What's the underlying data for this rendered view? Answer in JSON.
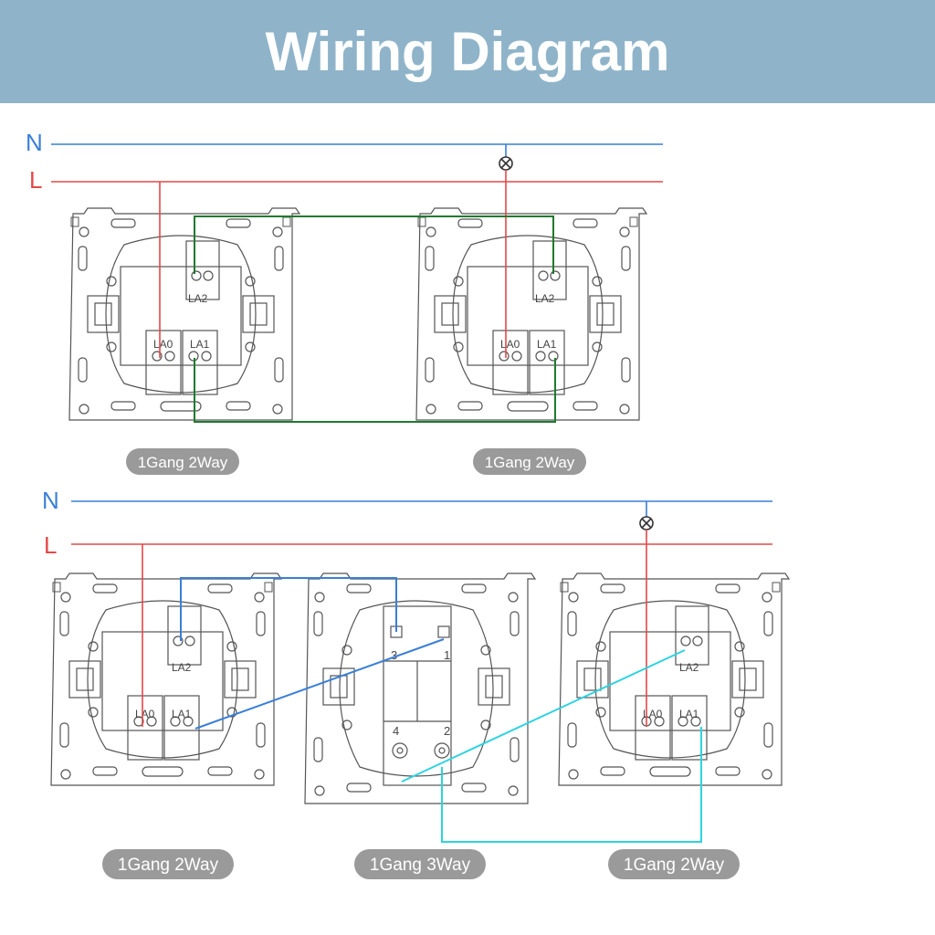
{
  "header": {
    "title": "Wiring Diagram"
  },
  "colors": {
    "banner": "#8fb4ca",
    "neutral_wire": "#3a7fd9",
    "live_wire": "#e54848",
    "traveler_green": "#1f7a2e",
    "traveler_blue": "#3a7fd9",
    "traveler_cyan": "#2ed3e0",
    "caption_pill": "#9a9a9a"
  },
  "rails": {
    "neutral": "N",
    "live": "L"
  },
  "terminals": {
    "la0": "LA0",
    "la1": "LA1",
    "la2": "LA2"
  },
  "three_way_terminals": {
    "t1": "1",
    "t2": "2",
    "t3": "3",
    "t4": "4"
  },
  "diagram1": {
    "captions": [
      "1Gang 2Way",
      "1Gang 2Way"
    ]
  },
  "diagram2": {
    "captions": [
      "1Gang 2Way",
      "1Gang 3Way",
      "1Gang 2Way"
    ]
  }
}
